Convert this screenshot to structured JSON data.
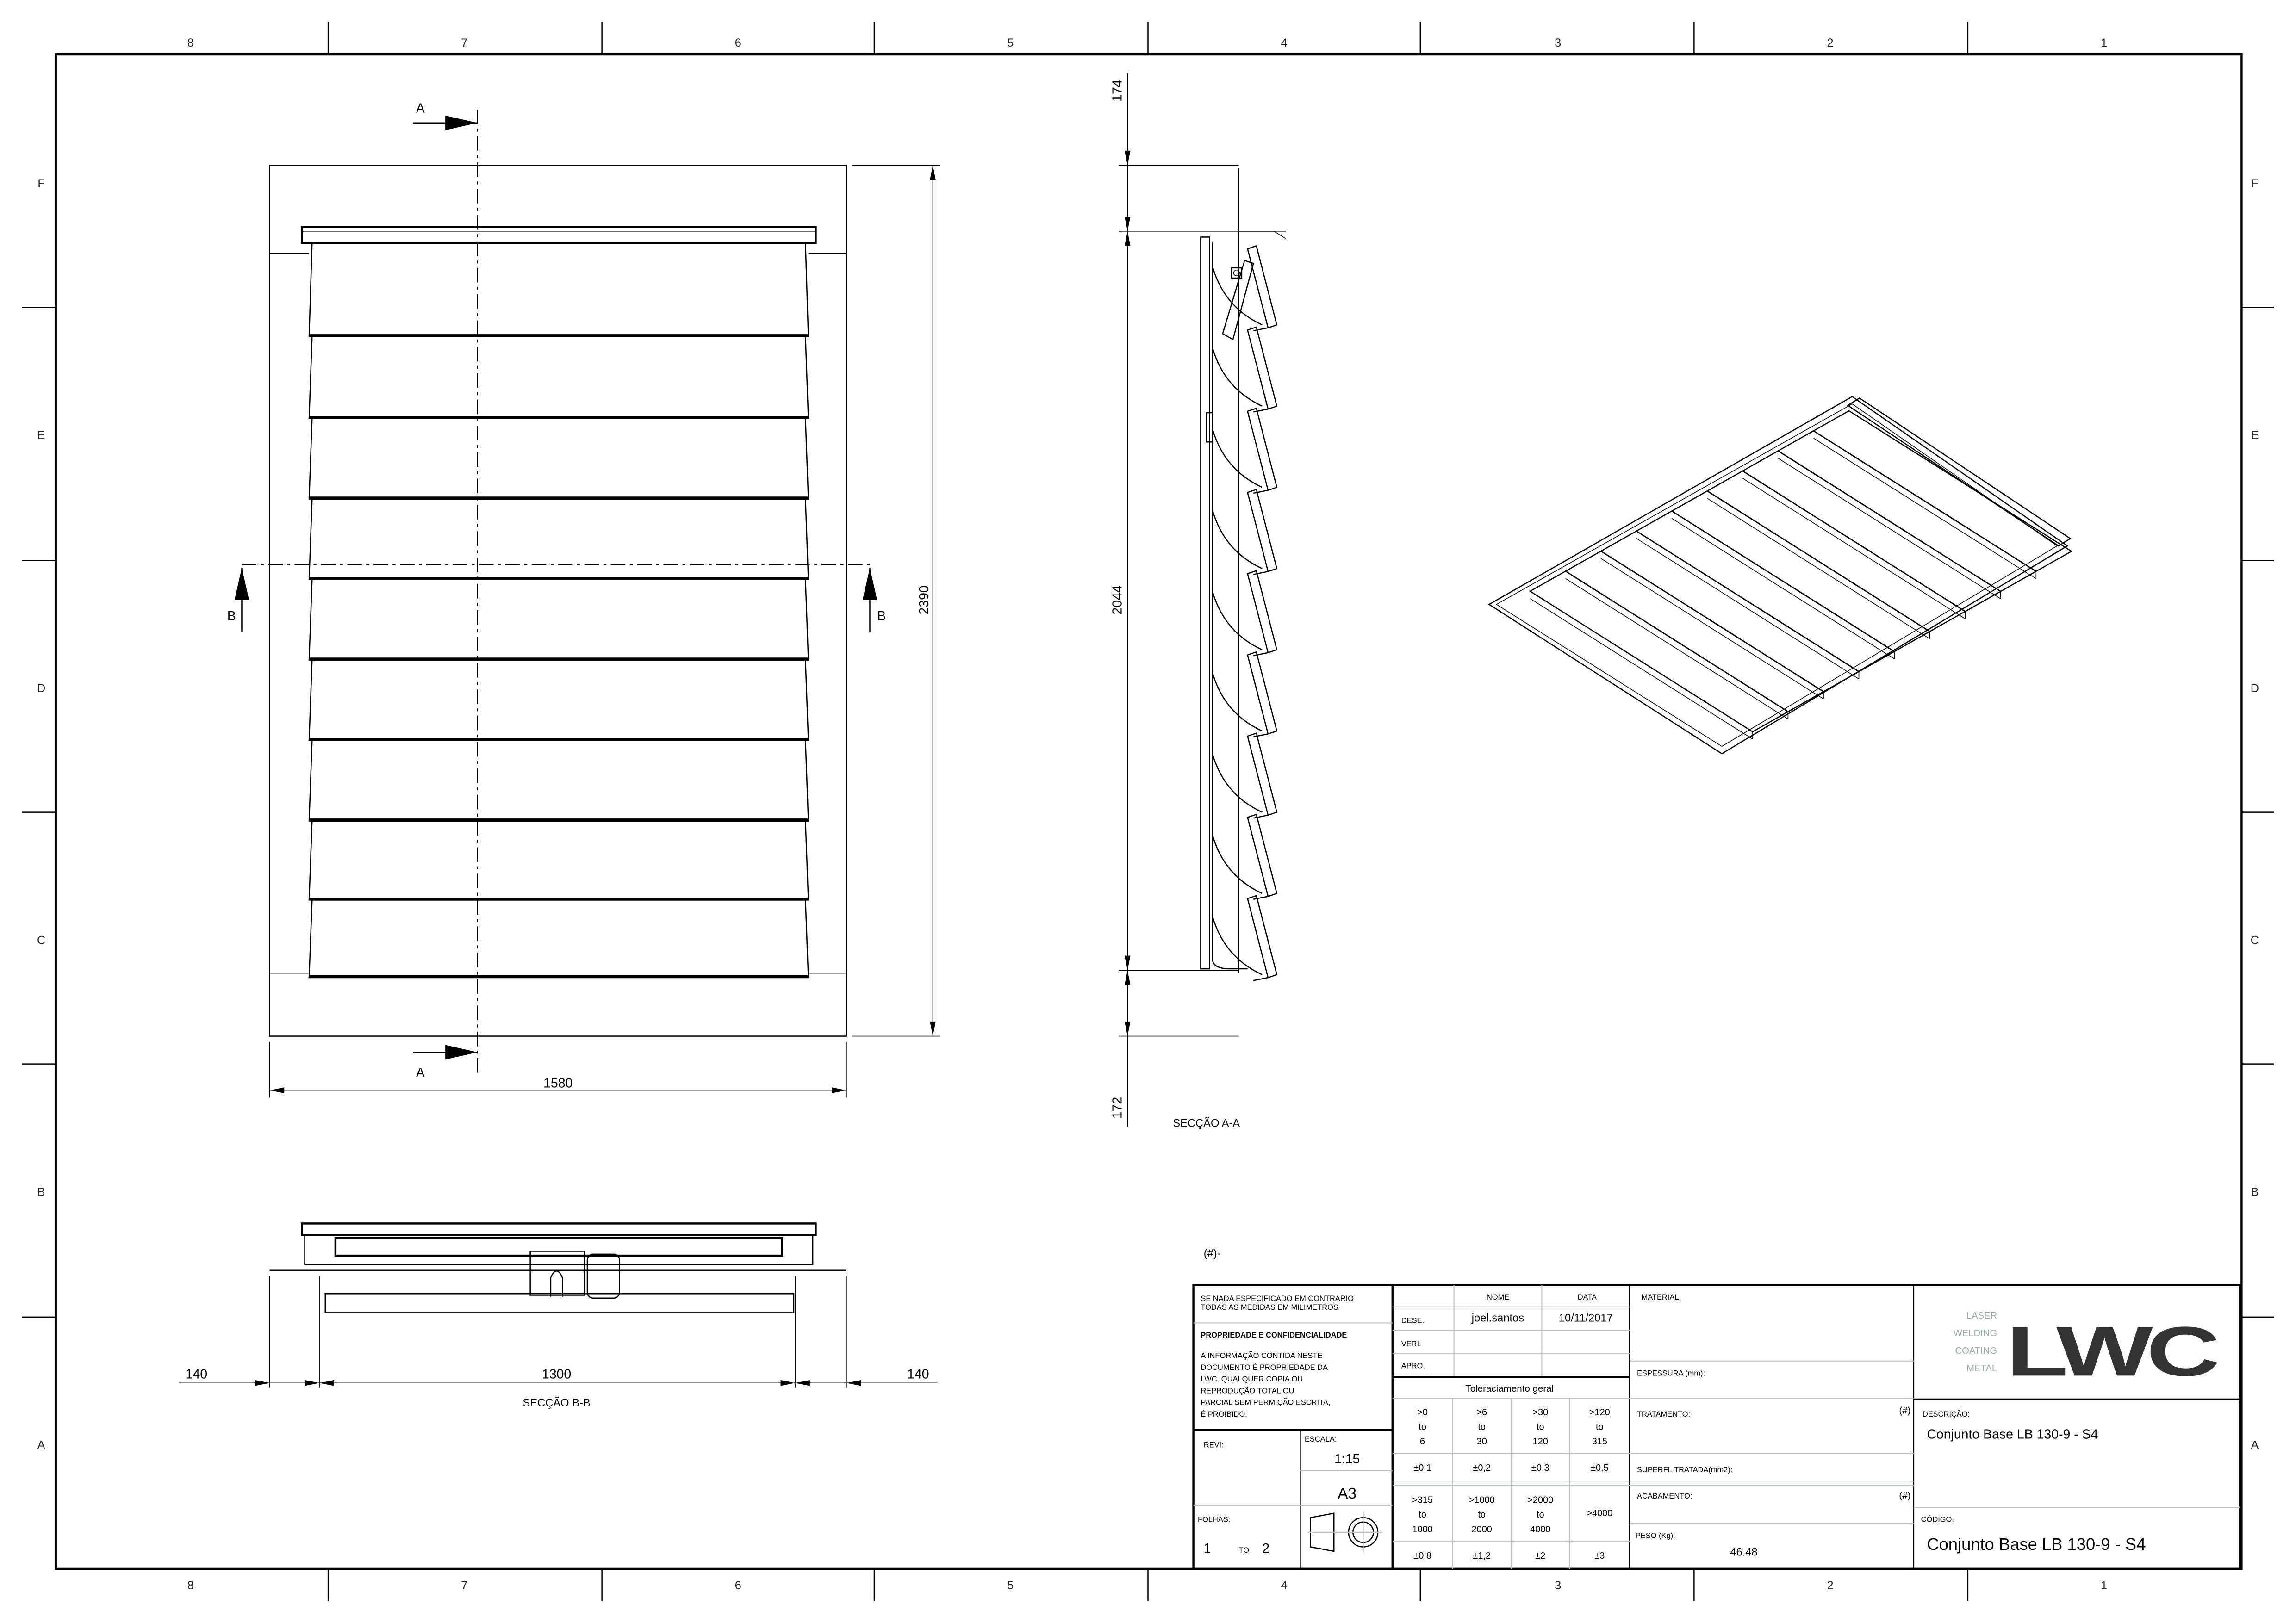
{
  "border": {
    "columns": [
      "8",
      "7",
      "6",
      "5",
      "4",
      "3",
      "2",
      "1"
    ],
    "rows": [
      "F",
      "E",
      "D",
      "C",
      "B",
      "A"
    ]
  },
  "front_view": {
    "section_a_label": "A",
    "section_b_label": "B",
    "width_dim": "1580",
    "height_dim": "2390"
  },
  "section_aa": {
    "dim_top": "174",
    "dim_mid": "2044",
    "dim_bottom": "172",
    "title": "SECÇÃO A-A"
  },
  "section_bb": {
    "dim_left": "140",
    "dim_mid": "1300",
    "dim_right": "140",
    "title": "SECÇÃO B-B"
  },
  "revision_marker": "(#)-",
  "title_block": {
    "note_units": [
      "SE NADA ESPECIFICADO EM CONTRARIO",
      "TODAS AS MEDIDAS EM MILIMETROS"
    ],
    "confidentiality_title": "PROPRIEDADE E CONFIDENCIALIDADE",
    "confidentiality_text": [
      "A INFORMAÇÃO CONTIDA NESTE",
      "DOCUMENTO É PROPRIEDADE DA",
      "LWC.  QUALQUER COPIA OU",
      "REPRODUÇÃO TOTAL OU",
      "PARCIAL SEM PERMIÇÃO ESCRITA,",
      "É PROIBIDO."
    ],
    "revi_label": "REVI:",
    "escala_label": "ESCALA:",
    "escala_value": "1:15",
    "sheet_size": "A3",
    "folhas_label": "FOLHAS:",
    "folhas_current": "1",
    "folhas_to": "TO",
    "folhas_total": "2",
    "nome_header": "NOME",
    "data_header": "DATA",
    "dese_label": "DESE.",
    "dese_name": "joel.santos",
    "dese_date": "10/11/2017",
    "veri_label": "VERI.",
    "apro_label": "APRO.",
    "tolerance_title": "Toleraciamento geral",
    "tolerance_ranges_1": [
      [
        ">0",
        "to",
        "6"
      ],
      [
        ">6",
        "to",
        "30"
      ],
      [
        ">30",
        "to",
        "120"
      ],
      [
        ">120",
        "to",
        "315"
      ]
    ],
    "tolerance_values_1": [
      "±0,1",
      "±0,2",
      "±0,3",
      "±0,5"
    ],
    "tolerance_ranges_2": [
      [
        ">315",
        "to",
        "1000"
      ],
      [
        ">1000",
        "to",
        "2000"
      ],
      [
        ">2000",
        "to",
        "4000"
      ],
      [
        ">4000"
      ]
    ],
    "tolerance_values_2": [
      "±0,8",
      "±1,2",
      "±2",
      "±3"
    ],
    "material_label": "MATERIAL:",
    "espessura_label": "ESPESSURA (mm):",
    "tratamento_label": "TRATAMENTO:",
    "tratamento_flag": "(#)",
    "superficie_label": "SUPERFI. TRATADA(mm2):",
    "acabamento_label": "ACABAMENTO:",
    "acabamento_flag": "(#)",
    "peso_label": "PESO (Kg):",
    "peso_value": "46.48",
    "logo_tagline": [
      "LASER",
      "WELDING",
      "COATING",
      "METAL"
    ],
    "logo_text": "LWC",
    "descricao_label": "DESCRIÇÃO:",
    "descricao_value": "Conjunto Base LB 130-9 - S4",
    "codigo_label": "CÓDIGO:",
    "codigo_value": "Conjunto Base LB 130-9 - S4"
  }
}
